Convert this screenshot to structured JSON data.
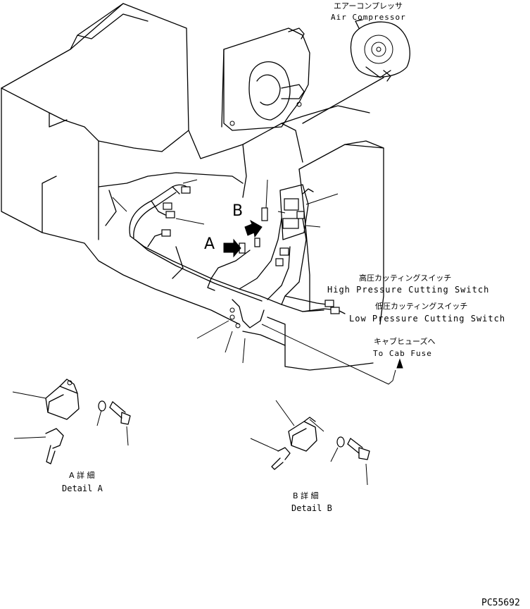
{
  "labels": {
    "air_compressor_jp": "エアーコンプレッサ",
    "air_compressor_en": "Air Compressor",
    "high_switch_jp": "高圧カッティングスイッチ",
    "high_switch_en": "High Pressure Cutting Switch",
    "low_switch_jp": "低圧カッティングスイッチ",
    "low_switch_en": "Low Pressure Cutting Switch",
    "cab_fuse_jp": "キャブヒューズへ",
    "cab_fuse_en": "To Cab Fuse",
    "callout_a": "A",
    "callout_b": "B",
    "detail_a_jp": "A 詳 細",
    "detail_a_en": "Detail A",
    "detail_b_jp": "B 詳 細",
    "detail_b_en": "Detail B",
    "drawing_number": "PC55692"
  },
  "icons": [
    "arrow-icon",
    "bolt-icon",
    "washer-icon",
    "relay-icon",
    "connector-icon"
  ]
}
